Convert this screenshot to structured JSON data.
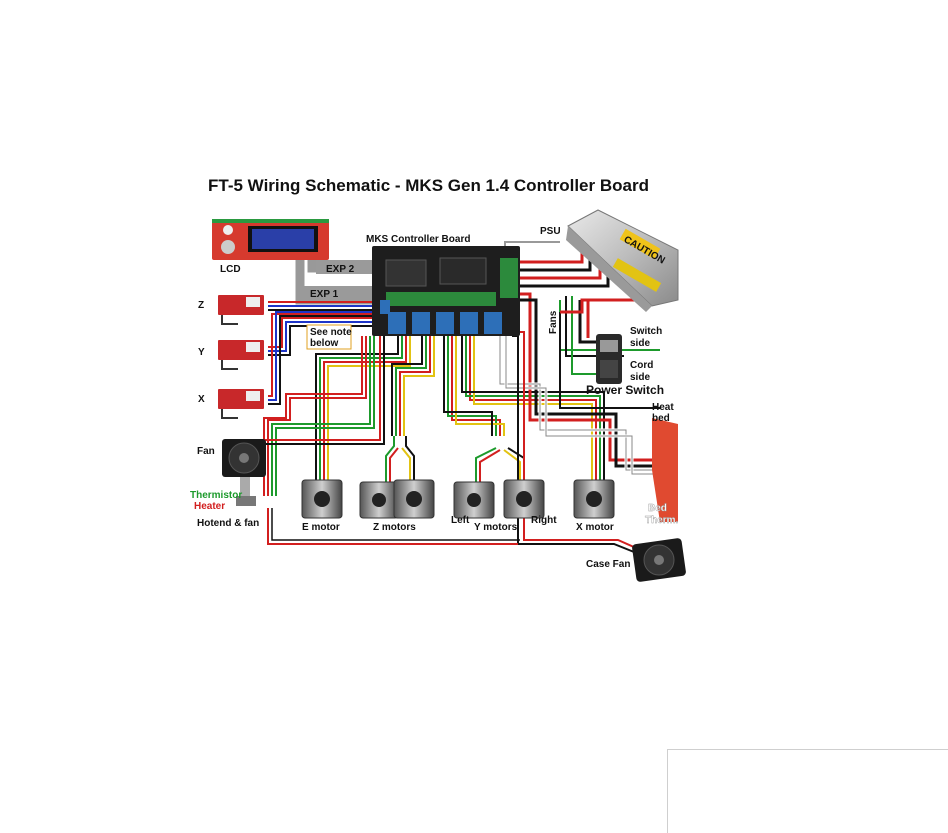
{
  "title": "FT-5 Wiring Schematic - MKS Gen 1.4 Controller Board",
  "labels": {
    "lcd": "LCD",
    "mks_board": "MKS Controller Board",
    "exp2": "EXP 2",
    "exp1": "EXP 1",
    "psu": "PSU",
    "z": "Z",
    "y": "Y",
    "x": "X",
    "see_note_1": "See note",
    "see_note_2": "below",
    "fans": "Fans",
    "switch_side_1": "Switch",
    "switch_side_2": "side",
    "cord_side_1": "Cord",
    "cord_side_2": "side",
    "power_switch": "Power Switch",
    "heat_bed_1": "Heat",
    "heat_bed_2": "bed",
    "fan": "Fan",
    "thermistor": "Thermistor",
    "heater": "Heater",
    "hotend_fan": "Hotend & fan",
    "e_motor": "E motor",
    "z_motors": "Z motors",
    "left": "Left",
    "y_motors": "Y motors",
    "right": "Right",
    "x_motor": "X motor",
    "bed_therm_1": "Bed",
    "bed_therm_2": "Therm.",
    "case_fan": "Case Fan",
    "caution": "CAUTION"
  },
  "colors": {
    "board": "#1e1e1e",
    "endstop": "#c8282a",
    "lcd_bezel": "#d63a2e",
    "lcd_screen": "#2a3fa8",
    "heatbed": "#e04a30",
    "wire_red": "#d21f1f",
    "wire_green": "#1d9a2c",
    "wire_yellow": "#e2c313",
    "wire_blue": "#1d34c8",
    "wire_black": "#111111",
    "thermistor_text": "#1d9a2c",
    "heater_text": "#d21f1f"
  }
}
